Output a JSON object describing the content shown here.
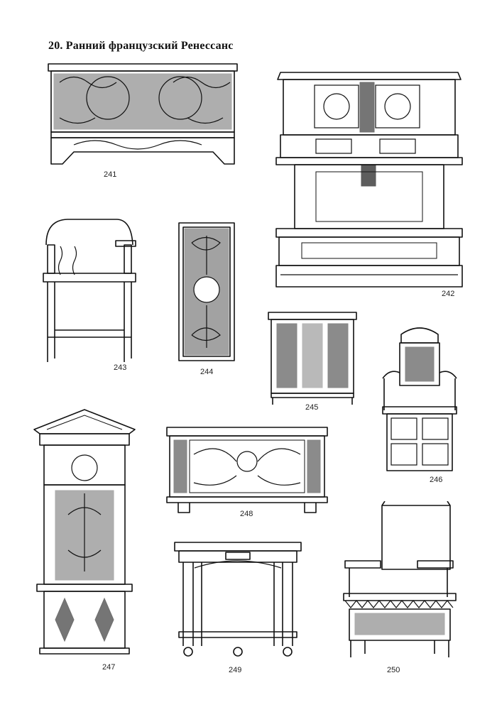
{
  "page": {
    "title": "20. Ранний французский  Ренессанс"
  },
  "figures": [
    {
      "id": "241",
      "label": "241",
      "icon": "carved-chest-icon"
    },
    {
      "id": "242",
      "label": "242",
      "icon": "dresser-cabinet-icon"
    },
    {
      "id": "243",
      "label": "243",
      "icon": "chair-icon"
    },
    {
      "id": "244",
      "label": "244",
      "icon": "carved-panel-icon"
    },
    {
      "id": "245",
      "label": "245",
      "icon": "small-cabinet-icon"
    },
    {
      "id": "246",
      "label": "246",
      "icon": "throne-chair-icon"
    },
    {
      "id": "247",
      "label": "247",
      "icon": "tall-cabinet-icon"
    },
    {
      "id": "248",
      "label": "248",
      "icon": "chest-icon"
    },
    {
      "id": "249",
      "label": "249",
      "icon": "table-icon"
    },
    {
      "id": "250",
      "label": "250",
      "icon": "armchair-icon"
    }
  ]
}
